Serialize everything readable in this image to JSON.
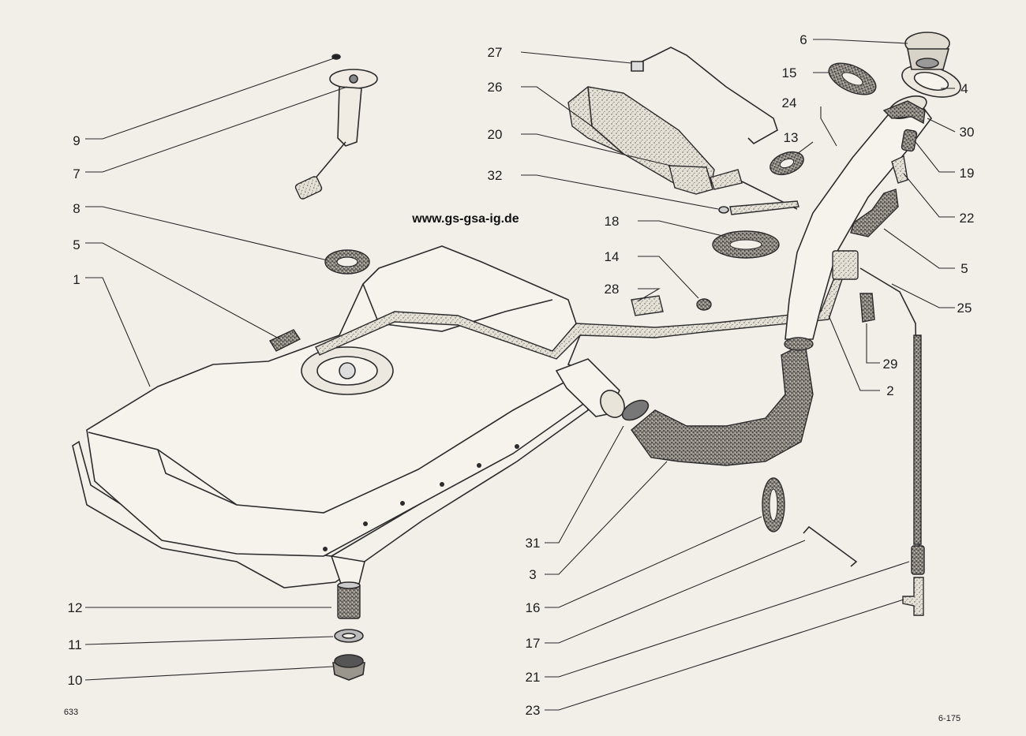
{
  "website": "www.gs-gsa-ig.de",
  "page_number": "633",
  "figure_reference": "6-175",
  "callouts": [
    {
      "id": "c9",
      "text": "9"
    },
    {
      "id": "c7",
      "text": "7"
    },
    {
      "id": "c8",
      "text": "8"
    },
    {
      "id": "c5a",
      "text": "5"
    },
    {
      "id": "c1",
      "text": "1"
    },
    {
      "id": "c12",
      "text": "12"
    },
    {
      "id": "c11",
      "text": "11"
    },
    {
      "id": "c10",
      "text": "10"
    },
    {
      "id": "c27",
      "text": "27"
    },
    {
      "id": "c26",
      "text": "26"
    },
    {
      "id": "c20",
      "text": "20"
    },
    {
      "id": "c32",
      "text": "32"
    },
    {
      "id": "c18",
      "text": "18"
    },
    {
      "id": "c14",
      "text": "14"
    },
    {
      "id": "c28",
      "text": "28"
    },
    {
      "id": "c6",
      "text": "6"
    },
    {
      "id": "c15",
      "text": "15"
    },
    {
      "id": "c4",
      "text": "4"
    },
    {
      "id": "c24",
      "text": "24"
    },
    {
      "id": "c30",
      "text": "30"
    },
    {
      "id": "c13",
      "text": "13"
    },
    {
      "id": "c19",
      "text": "19"
    },
    {
      "id": "c22",
      "text": "22"
    },
    {
      "id": "c5b",
      "text": "5"
    },
    {
      "id": "c25",
      "text": "25"
    },
    {
      "id": "c29",
      "text": "29"
    },
    {
      "id": "c2",
      "text": "2"
    },
    {
      "id": "c31",
      "text": "31"
    },
    {
      "id": "c3",
      "text": "3"
    },
    {
      "id": "c16",
      "text": "16"
    },
    {
      "id": "c17",
      "text": "17"
    },
    {
      "id": "c21",
      "text": "21"
    },
    {
      "id": "c23",
      "text": "23"
    }
  ]
}
